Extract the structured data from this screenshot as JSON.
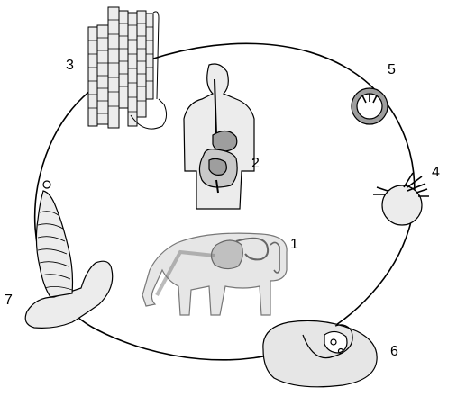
{
  "diagram": {
    "stages": [
      {
        "label": "1",
        "icon": "cow-with-digestive-tract"
      },
      {
        "label": "2",
        "icon": "human-with-digestive-tract"
      },
      {
        "label": "3",
        "icon": "adult-tapeworm"
      },
      {
        "label": "4",
        "icon": "oncosphere-with-hooks"
      },
      {
        "label": "5",
        "icon": "egg"
      },
      {
        "label": "6",
        "icon": "cysticercus-in-muscle"
      },
      {
        "label": "7",
        "icon": "scolex-everted-cysticercus"
      }
    ],
    "colors": {
      "line": "#000000",
      "fill_light": "#e6e6e6",
      "fill_mid": "#c8c8c8",
      "fill_dark": "#9e9e9e"
    }
  }
}
